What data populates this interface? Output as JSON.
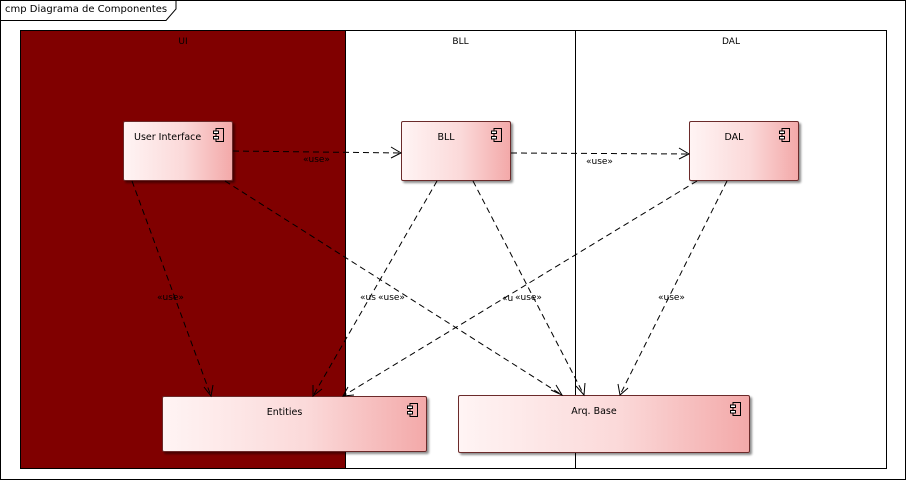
{
  "diagram": {
    "title": "cmp Diagrama de Componentes",
    "lanes": [
      {
        "id": "ui",
        "title": "UI"
      },
      {
        "id": "bll",
        "title": "BLL"
      },
      {
        "id": "dal",
        "title": "DAL"
      }
    ],
    "components": {
      "user_interface": "User Interface",
      "bll": "BLL",
      "dal": "DAL",
      "entities": "Entities",
      "arq_base": "Arq. Base"
    },
    "dependencies": [
      {
        "from": "User Interface",
        "to": "BLL",
        "label": "«use»"
      },
      {
        "from": "BLL",
        "to": "DAL",
        "label": "«use»"
      },
      {
        "from": "User Interface",
        "to": "Entities",
        "label": "«use»"
      },
      {
        "from": "User Interface",
        "to": "Arq. Base",
        "label": "«use»"
      },
      {
        "from": "BLL",
        "to": "Entities",
        "label": "«us"
      },
      {
        "from": "BLL",
        "to": "Arq. Base",
        "label": "«use»"
      },
      {
        "from": "DAL",
        "to": "Entities",
        "label": "«u"
      },
      {
        "from": "DAL",
        "to": "Arq. Base",
        "label": "«use»"
      }
    ],
    "colors": {
      "ui_lane": "#800000",
      "component_fill": "#fbd9d9",
      "border": "#000000"
    }
  }
}
